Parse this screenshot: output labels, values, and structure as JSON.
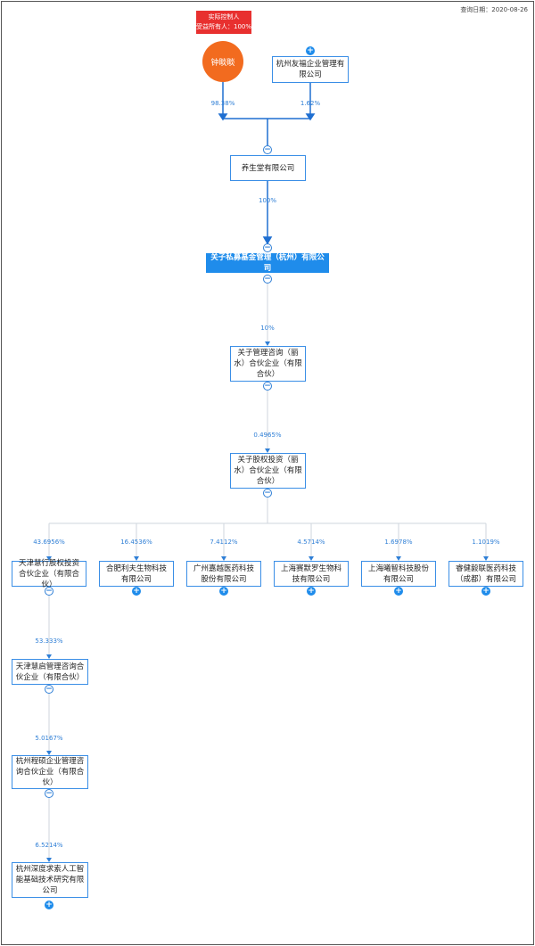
{
  "header": {
    "date": "查询日期：2020-08-26"
  },
  "controller": {
    "badge_line1": "实际控制人",
    "badge_line2": "受益所有人：100%",
    "name": "钟睒睒"
  },
  "shareholders": {
    "company_b": "杭州友福企业管理有限公司",
    "pct_person": "98.38%",
    "pct_company_b": "1.62%"
  },
  "chain": [
    {
      "name": "养生堂有限公司",
      "pct_above": ""
    },
    {
      "name": "关子私募基金管理（杭州）有限公司",
      "pct_above": "100%"
    },
    {
      "name": "关子管理咨询（丽水）合伙企业（有限合伙）",
      "pct_above": "10%"
    },
    {
      "name": "关子股权投资（丽水）合伙企业（有限合伙）",
      "pct_above": "0.4965%"
    }
  ],
  "investments": [
    {
      "name": "天津慧行股权投资合伙企业（有限合伙）",
      "pct": "43.6956%"
    },
    {
      "name": "合肥利夫生物科技有限公司",
      "pct": "16.4536%"
    },
    {
      "name": "广州嘉越医药科技股份有限公司",
      "pct": "7.4112%"
    },
    {
      "name": "上海赛默罗生物科技有限公司",
      "pct": "4.5714%"
    },
    {
      "name": "上海曦智科技股份有限公司",
      "pct": "1.6978%"
    },
    {
      "name": "睿健毅联医药科技（成都）有限公司",
      "pct": "1.1019%"
    }
  ],
  "sub_chain": [
    {
      "name": "天津慧启管理咨询合伙企业（有限合伙）",
      "pct": "53.333%"
    },
    {
      "name": "杭州程硕企业管理咨询合伙企业（有限合伙）",
      "pct": "5.0167%"
    },
    {
      "name": "杭州深度求索人工智能基础技术研究有限公司",
      "pct": "6.5214%"
    }
  ]
}
